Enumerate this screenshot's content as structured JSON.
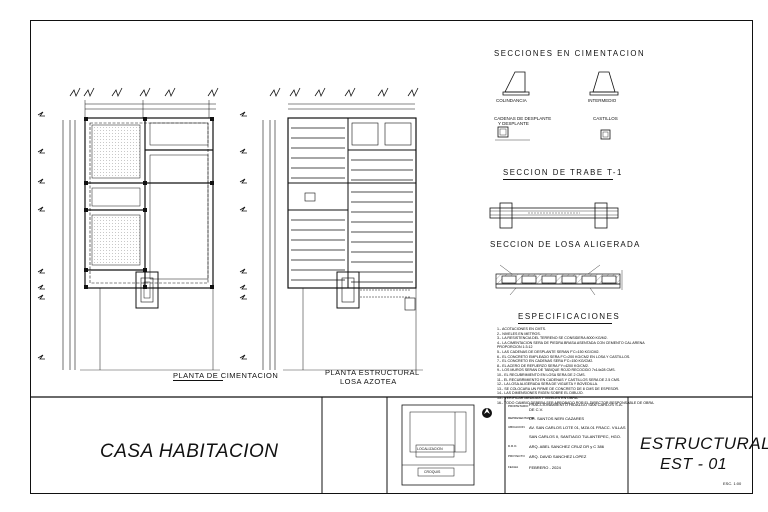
{
  "drawing": {
    "plan_left_title": "PLANTA DE CIMENTACION",
    "plan_right_title_line1": "PLANTA ESTRUCTURAL",
    "plan_right_title_line2": "LOSA AZOTEA",
    "sections_title": "SECCIONES EN CIMENTACION",
    "section_a_label": "COLINDANCIA",
    "section_b_label": "INTERMEDIO",
    "cadena_label_line1": "CADENAS DE DESPLANTE",
    "cadena_label_line2": "Y DESPLANTE",
    "castillo_label": "CASTILLOS",
    "trabe_title": "SECCION DE TRABE  T-1",
    "losa_title": "SECCION   DE   LOSA ALIGERADA",
    "spec_title": "ESPECIFICACIONES",
    "spec_lines": [
      "1.- ACOTACIONES EN CMTS.",
      "2.- NIVELES EN METROS.",
      "3.- LA RESISTENCIA DEL TERRENO SE CONSIDERA 8000 KG/M2.",
      "4.- LA CIMENTACION SERA DE PIEDRA BRASA ASENTADA CON CEMENTO CAL ARENA",
      "    PROPORCION 1:3:12",
      "5.- LAS CADENAS DE DESPLANTE SERAN F'C=150 KG/CM2.",
      "6.- EL CONCRETO EMPLEADO SERA F'C=200 KG/CM2 EN LOSA Y CASTILLOS.",
      "7.- EL CONCRETO EN CADENAS SERA F'C=150 KG/CM2.",
      "8.- EL ACERO DE REFUERZO SERA FY=4200 KG/CM2.",
      "9.- LOS MUROS SERAN DE TABIQUE ROJO RECOCIDO 7x14x28 CMS.",
      "10.- EL RECUBRIMIENTO EN LOSA SERA DE 2 CMS.",
      "11.- EL RECUBRIMIENTO EN CADENAS Y CASTILLOS SERA DE 2.5 CMS.",
      "12.- LA LOSA ALIGERADA SERA DE VIGUETA Y BOVEDILLA.",
      "13.- SE COLOCARA UN FIRME DE CONCRETO DE 8 CMS DE ESPESOR.",
      "14.- LAS DIMENSIONES RIGEN SOBRE EL DIBUJO.",
      "15.- VERIFICAR MEDIDAS Y NIVELES EN OBRA.",
      "16.- TODO CAMBIO DEBERA SER APROBADO POR EL DIRECTOR RESPONSABLE DE OBRA."
    ]
  },
  "titleblock": {
    "project_name": "CASA HABITACION",
    "discipline": "ESTRUCTURAL",
    "sheet_number": "EST - 01",
    "scale": "ESC. 1:00",
    "info_lines": [
      "FRACCIONAMIENTO HIDALGO SAN CARLOS S.A. DE C.V.",
      "DR. SANTOS NERI CAZARES",
      "AV. SAN CARLOS LOTE 01, MZA 01 FRACC. VILLAS",
      "SAN CARLOS II, SANTIAGO TULANTEPEC, HGO.",
      "ARQ. ABEL SANCHEZ CRUZ   DR y C 386",
      "ARQ. DAVID SANCHEZ LOPEZ",
      "FEBRERO - 2024"
    ],
    "info_keys": [
      "PROPIETARIO",
      "REPRESENTANTE",
      "UBICACION",
      "",
      "D.R.O.",
      "PROYECTO",
      "FECHA"
    ],
    "north_label": "N",
    "keyplan_label1": "LOCALIZACION",
    "keyplan_label2": "CROQUIS"
  },
  "colors": {
    "line": "#111111",
    "hatch": "#8a8a8a",
    "fill": "#d9d9d9"
  }
}
